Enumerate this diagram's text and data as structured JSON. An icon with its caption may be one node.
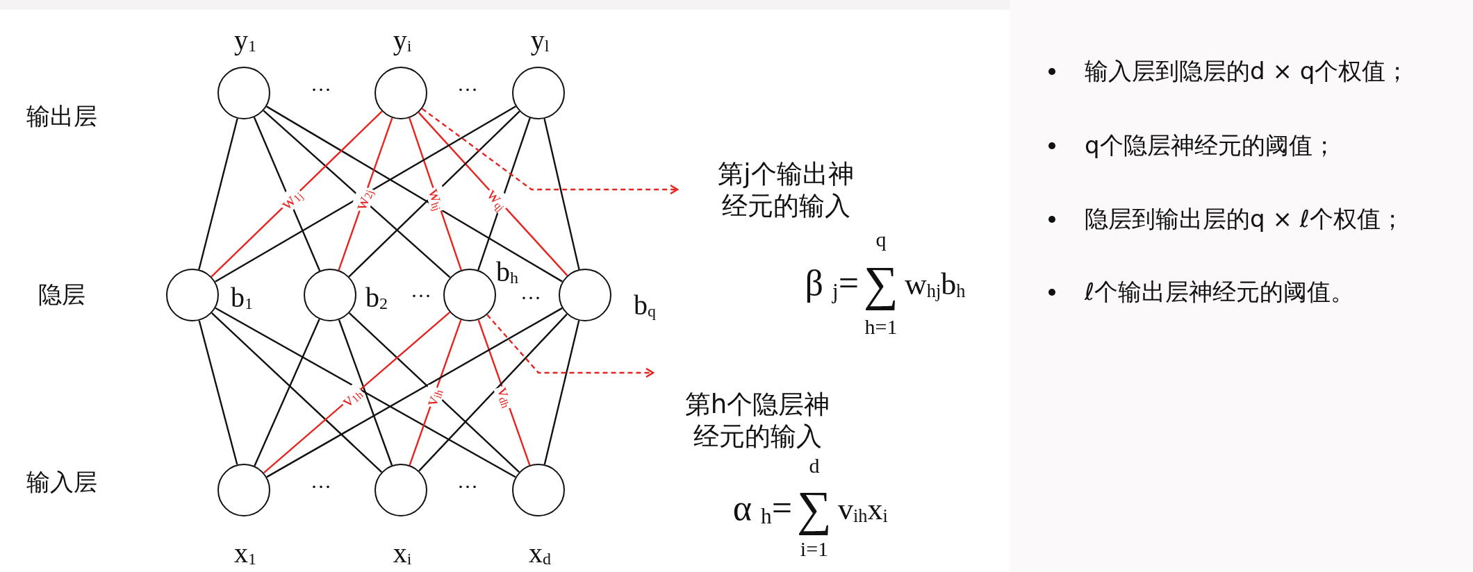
{
  "diagram": {
    "nodes": [
      {
        "text": [],
        "shape": "circle",
        "beside": [
          "y$_{1}$"
        ]
      },
      {
        "text": [],
        "shape": "circle",
        "beside": [
          "y$_{i}$"
        ]
      },
      {
        "text": [],
        "shape": "circle",
        "beside": [
          "y$_{l}$"
        ]
      },
      {
        "text": [],
        "shape": "circle",
        "beside": [
          "b$_{1}$"
        ]
      },
      {
        "text": [],
        "shape": "circle",
        "beside": [
          "b$_{2}$"
        ]
      },
      {
        "text": [],
        "shape": "circle",
        "beside": [
          "b$_{h}$"
        ]
      },
      {
        "text": [],
        "shape": "circle",
        "beside": [
          "b$_{q}$"
        ]
      },
      {
        "text": [],
        "shape": "circle",
        "beside": [
          "x$_{1}$"
        ]
      },
      {
        "text": [],
        "shape": "circle",
        "beside": [
          "x$_{i}$"
        ]
      },
      {
        "text": [],
        "shape": "circle",
        "beside": [
          "x$_{d}$"
        ]
      },
      {
        "text": [
          "第j个输出神经元的输入"
        ]
      },
      {
        "text": [
          "第h个隐层神经元的输入"
        ]
      }
    ],
    "edges": [
      {
        "from": 0,
        "to": 3,
        "arrow": "none"
      },
      {
        "from": 0,
        "to": 4,
        "arrow": "none"
      },
      {
        "from": 0,
        "to": 5,
        "arrow": "none"
      },
      {
        "from": 0,
        "to": 6,
        "arrow": "none"
      },
      {
        "from": 1,
        "to": 3,
        "arrow": "none",
        "label": "w$_{1j}$",
        "color": "#e8231f"
      },
      {
        "from": 1,
        "to": 4,
        "arrow": "none",
        "label": "w$_{2j}$",
        "color": "#e8231f"
      },
      {
        "from": 1,
        "to": 5,
        "arrow": "none",
        "label": "w$_{hj}$",
        "color": "#e8231f"
      },
      {
        "from": 1,
        "to": 6,
        "arrow": "none",
        "label": "w$_{qj}$",
        "color": "#e8231f"
      },
      {
        "from": 2,
        "to": 3,
        "arrow": "none"
      },
      {
        "from": 2,
        "to": 4,
        "arrow": "none"
      },
      {
        "from": 2,
        "to": 5,
        "arrow": "none"
      },
      {
        "from": 2,
        "to": 6,
        "arrow": "none"
      },
      {
        "from": 3,
        "to": 7,
        "arrow": "none"
      },
      {
        "from": 3,
        "to": 8,
        "arrow": "none"
      },
      {
        "from": 3,
        "to": 9,
        "arrow": "none"
      },
      {
        "from": 4,
        "to": 7,
        "arrow": "none"
      },
      {
        "from": 4,
        "to": 8,
        "arrow": "none"
      },
      {
        "from": 4,
        "to": 9,
        "arrow": "none"
      },
      {
        "from": 5,
        "to": 7,
        "arrow": "none",
        "label": "v$_{1h}$",
        "color": "#e8231f"
      },
      {
        "from": 5,
        "to": 8,
        "arrow": "none",
        "label": "v$_{ih}$",
        "color": "#e8231f"
      },
      {
        "from": 5,
        "to": 9,
        "arrow": "none",
        "label": "v$_{dh}$",
        "color": "#e8231f"
      },
      {
        "from": 6,
        "to": 7,
        "arrow": "none"
      },
      {
        "from": 6,
        "to": 8,
        "arrow": "none"
      },
      {
        "from": 6,
        "to": 9,
        "arrow": "none"
      },
      {
        "from": 1,
        "to": 10,
        "arrow": "to",
        "style": "dashed",
        "color": "#e8231f"
      },
      {
        "from": 5,
        "to": 11,
        "arrow": "to",
        "style": "dashed",
        "color": "#e8231f"
      }
    ],
    "labels": [
      "输出层",
      "···",
      "···",
      "隐层",
      "···",
      "···",
      "输入层",
      "···",
      "···",
      "q",
      "β $_{j}$=",
      "∑",
      "w$_{hj}$b$_{h}$",
      "h=1",
      "d",
      "α $_{h}$=",
      "∑",
      "v$_{ih}$x$_{i}$",
      "i=1",
      "输入层到隐层的d × q个权值；",
      "q个隐层神经元的阈值；",
      "隐层到输出层的q × ℓ个权值；",
      "ℓ个输出层神经元的阈值。"
    ]
  }
}
